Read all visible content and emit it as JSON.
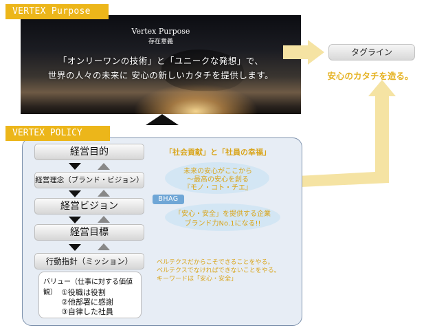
{
  "purpose": {
    "tab_label": "VERTEX Purpose",
    "title": "Vertex Purpose",
    "subtitle": "存在意義",
    "line1": "「オンリーワンの技術」と「ユニークな発想」で、",
    "line2": "世界の人々の未来に 安心の新しいカタチを提供します。"
  },
  "tagline": {
    "box_label": "タグライン",
    "text": "安心のカタチを造る。"
  },
  "policy": {
    "tab_label": "VERTEX POLICY",
    "items": [
      "経営目的",
      "経営理念（ブランド・ビジョン）",
      "経営ビジョン",
      "経営目標",
      "行動指針（ミッション）"
    ],
    "values": {
      "title": "バリュー（仕事に対する価値観）",
      "items": [
        "①役職は役割",
        "②他部署に感謝",
        "③自律した社員"
      ]
    }
  },
  "notes": {
    "purpose_note": "「社会貢献」と「社員の幸福」",
    "philosophy": [
      "未来の安心がここから",
      "～最高の安心を創る",
      "『モノ・コト・チエ』"
    ],
    "bhag_label": "BHAG",
    "vision": [
      "「安心・安全」を提供する企業",
      "ブランド力No.1になる!!"
    ],
    "mission": [
      "ベルテクスだからこそできることをやる。",
      "ベルテクスでなければできないことをやる。",
      "キーワードは「安心・安全」"
    ]
  },
  "colors": {
    "accent": "#ecb61a",
    "note_text": "#d9a51c",
    "panel_bg": "#e7edf5",
    "panel_border": "#7e92ad",
    "bubble": "#d3e6f4",
    "bhag": "#6fa6d6",
    "arrow": "#f5e3a3"
  }
}
